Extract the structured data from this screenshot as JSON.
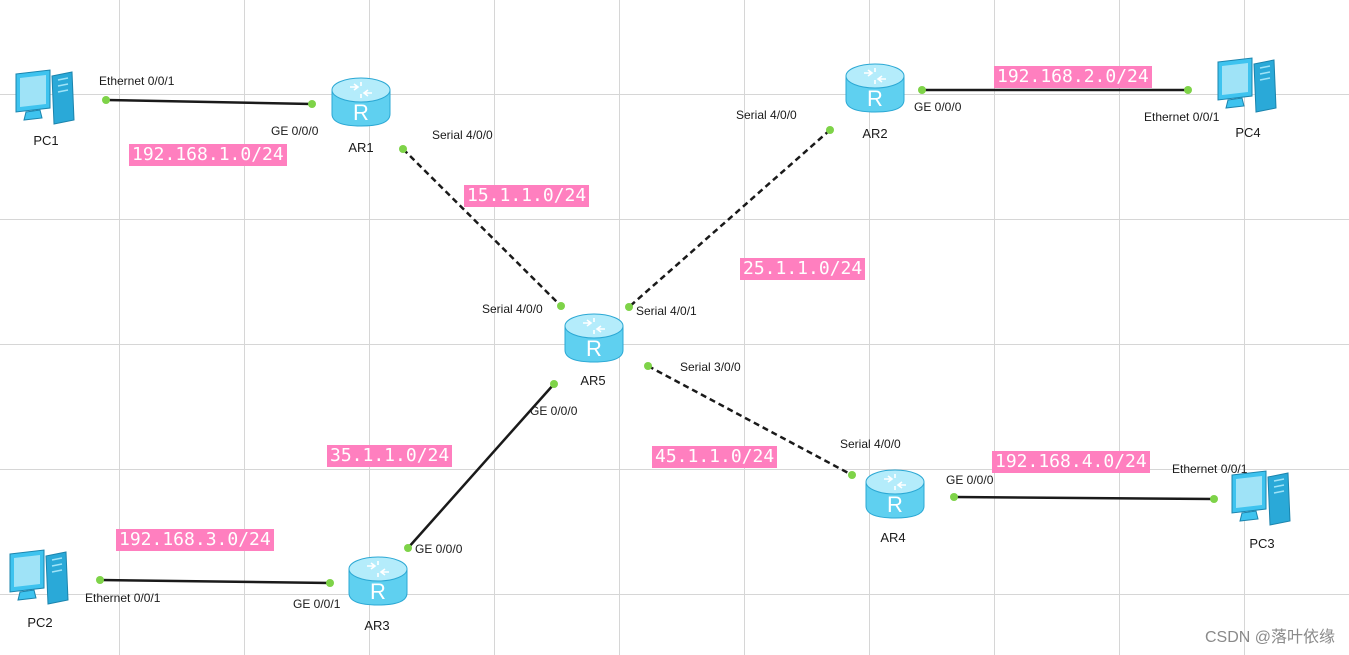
{
  "colors": {
    "router_body": "#5fd0f0",
    "router_top": "#b4ecfb",
    "pc": "#3ec3ef",
    "port_dot": "#7ed348",
    "subnet_bg": "#ff7fbf",
    "subnet_text": "#ffffff",
    "link": "#1a1a1a"
  },
  "icons": {
    "router": "router-icon",
    "pc": "pc-icon",
    "router_glyph": "R"
  },
  "devices": {
    "pc1": "PC1",
    "pc2": "PC2",
    "pc3": "PC3",
    "pc4": "PC4",
    "ar1": "AR1",
    "ar2": "AR2",
    "ar3": "AR3",
    "ar4": "AR4",
    "ar5": "AR5"
  },
  "ports": {
    "pc1_eth": "Ethernet 0/0/1",
    "ar1_ge": "GE 0/0/0",
    "ar1_serial": "Serial 4/0/0",
    "ar2_serial": "Serial 4/0/0",
    "ar2_ge": "GE 0/0/0",
    "pc4_eth": "Ethernet 0/0/1",
    "ar5_s400": "Serial 4/0/0",
    "ar5_s401": "Serial 4/0/1",
    "ar5_s300": "Serial 3/0/0",
    "ar5_ge": "GE 0/0/0",
    "ar3_ge000": "GE 0/0/0",
    "ar3_ge001": "GE 0/0/1",
    "pc2_eth": "Ethernet 0/0/1",
    "ar4_serial": "Serial 4/0/0",
    "ar4_ge": "GE 0/0/0",
    "pc3_eth": "Ethernet 0/0/1"
  },
  "subnets": {
    "lan1": "192.168.1.0/24",
    "lan2": "192.168.2.0/24",
    "lan3": "192.168.3.0/24",
    "lan4": "192.168.4.0/24",
    "ar1_ar5": "15.1.1.0/24",
    "ar2_ar5": "25.1.1.0/24",
    "ar3_ar5": "35.1.1.0/24",
    "ar4_ar5": "45.1.1.0/24"
  },
  "watermark": "CSDN @落叶依缘"
}
